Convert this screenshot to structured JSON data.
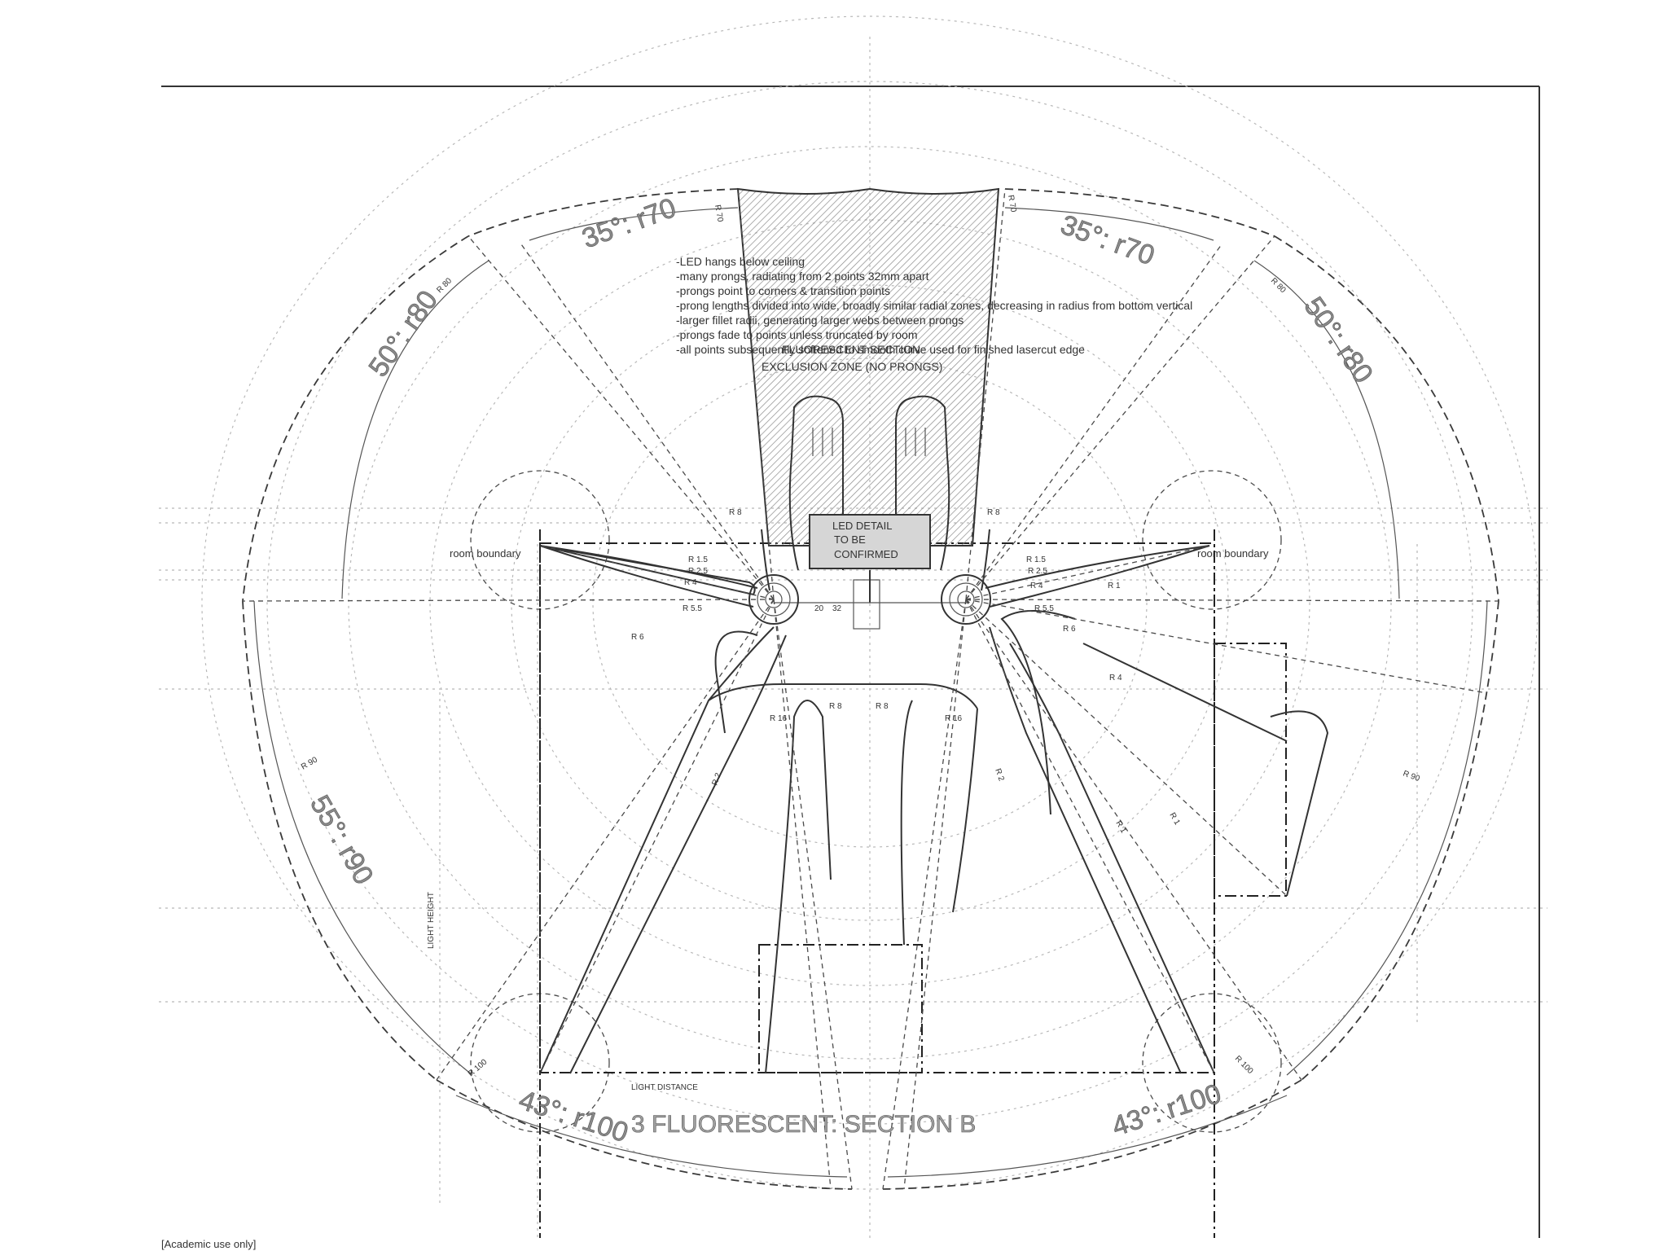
{
  "angles": {
    "top_left": "35°: r70",
    "top_right": "35°: r70",
    "upper_left": "50°: r80",
    "upper_right": "50°: r80",
    "mid_left": "55°: r90",
    "bottom_left": "43°: r100",
    "bottom_right": "43°: r100"
  },
  "radius_tags": {
    "r70": "R 70",
    "r80": "R 80",
    "r90": "R 90",
    "r100": "R 100"
  },
  "notes": [
    "-LED hangs below ceiling",
    "-many prongs, radiating from 2 points 32mm apart",
    "-prongs point to corners & transition points",
    "-prong lengths divided into wide, broadly similar radial zones, decreasing in radius from bottom vertical",
    "-larger fillet radii, generating larger webs between prongs",
    "-prongs fade to points unless truncated by room",
    "-all points subsequently softened to smooth curve used for finished lasercut edge"
  ],
  "exclusion": {
    "line1": "FLUORESCENT SECTION",
    "line2": "EXCLUSION ZONE (NO PRONGS)"
  },
  "led_detail": [
    "LED DETAIL",
    "TO BE",
    "CONFIRMED"
  ],
  "room_boundary_left": "room boundary",
  "room_boundary_right": "room boundary",
  "light_height": "LIGHT HEIGHT",
  "light_distance": "LIGHT DISTANCE",
  "section_title": "3 FLUORESCENT: SECTION B",
  "footer": "[Academic use only]",
  "dims": {
    "d20": "20",
    "d32": "32"
  },
  "fillets": {
    "r1": "R 1",
    "r15": "R 1.5",
    "r2": "R 2",
    "r25": "R 2.5",
    "r4": "R 4",
    "r55": "R 5.5",
    "r6": "R 6",
    "r8": "R 8",
    "r16": "R 16"
  }
}
